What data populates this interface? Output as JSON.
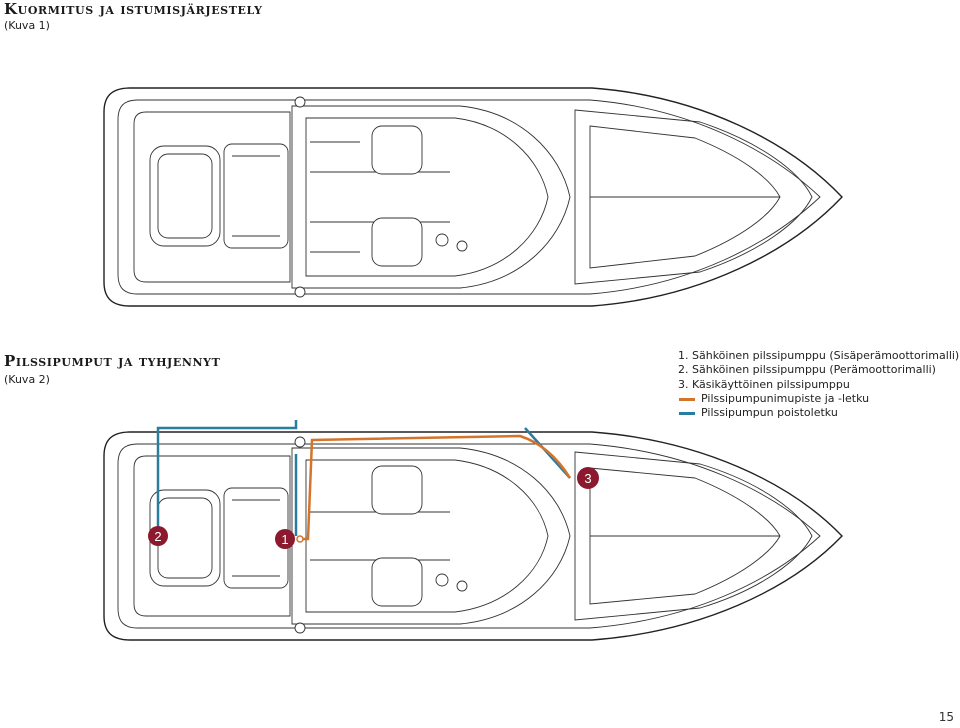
{
  "section1": {
    "title": "Kuormitus ja istumisjärjestely",
    "caption": "(Kuva 1)"
  },
  "section2": {
    "title": "Pilssipumput ja tyhjennyt",
    "caption": "(Kuva 2)"
  },
  "legend": {
    "items": [
      {
        "num": "1.",
        "label": "Sähköinen pilssipumppu (Sisäperämoottorimalli)"
      },
      {
        "num": "2.",
        "label": "Sähköinen pilssipumppu (Perämoottorimalli)"
      },
      {
        "num": "3.",
        "label": "Käsikäyttöinen pilssipumppu"
      }
    ],
    "lines": [
      {
        "label": "Pilssipumpunimupiste ja -letku",
        "color": "#d4742c"
      },
      {
        "label": "Pilssipumpun poistoletku",
        "color": "#2a7d9c"
      }
    ]
  },
  "markers": [
    {
      "label": "1",
      "color": "#8b1a2e"
    },
    {
      "label": "2",
      "color": "#8b1a2e"
    },
    {
      "label": "3",
      "color": "#8b1a2e"
    }
  ],
  "page_number": "15"
}
